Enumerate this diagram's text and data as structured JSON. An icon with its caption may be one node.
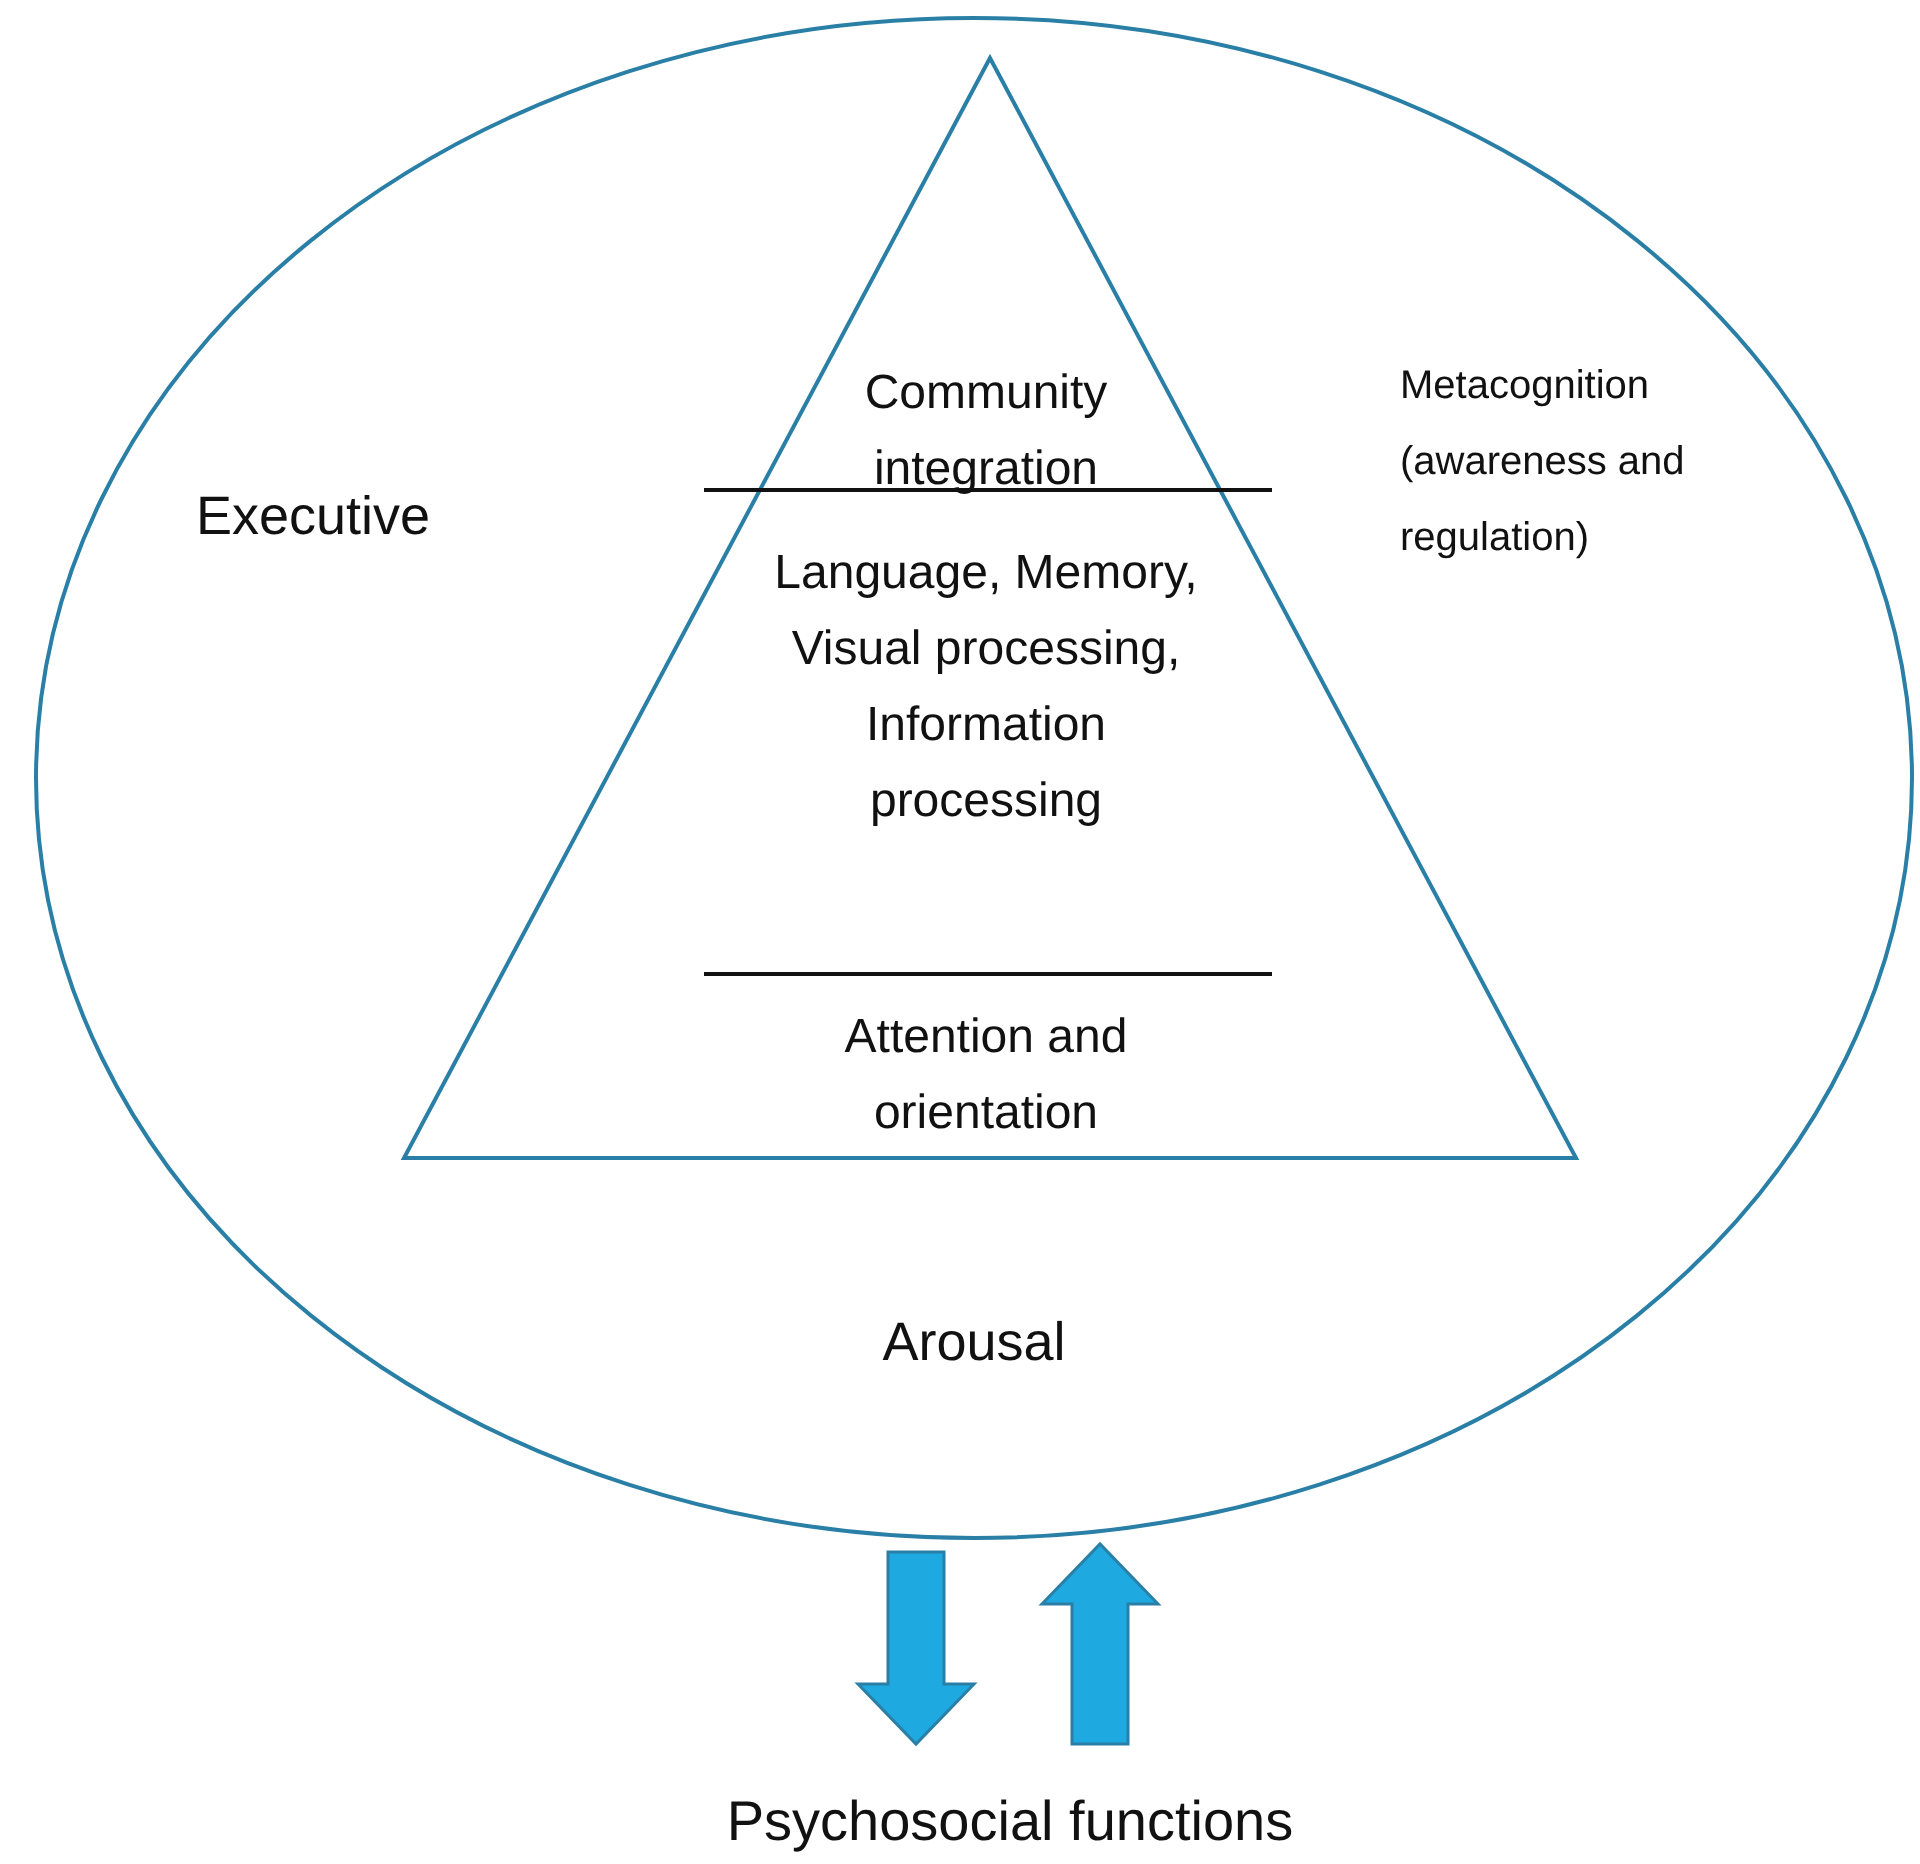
{
  "diagram": {
    "nodes": [
      {
        "text": [
          "Executive",
          "Metacognition (awareness and regulation)",
          "Arousal"
        ]
      },
      {
        "text": [],
        "shape": "triangle",
        "in": 0
      },
      {
        "text": [
          "Community integration"
        ],
        "in": 1
      },
      {
        "text": [
          "Language, Memory, Visual processing, Information processing"
        ],
        "in": 1
      },
      {
        "text": [
          "Attention and orientation"
        ],
        "in": 1
      },
      {
        "text": [
          "Psychosocial functions"
        ]
      }
    ],
    "edges": [
      {
        "from": 0,
        "to": 5,
        "arrow": "to",
        "style": "thick"
      },
      {
        "from": 5,
        "to": 0,
        "arrow": "to",
        "style": "thick"
      }
    ]
  }
}
